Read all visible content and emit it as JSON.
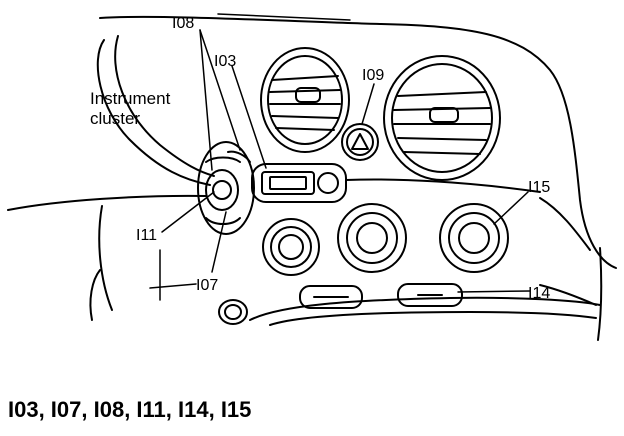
{
  "labels": {
    "instrument_cluster_line1": "Instrument",
    "instrument_cluster_line2": "cluster",
    "i08": "I08",
    "i03": "I03",
    "i09": "I09",
    "i15": "I15",
    "i11": "I11",
    "i07": "I07",
    "i14": "I14"
  },
  "caption": "I03, I07, I08, I11, I14, I15",
  "colors": {
    "ink": "#000000",
    "paper": "#ffffff"
  }
}
